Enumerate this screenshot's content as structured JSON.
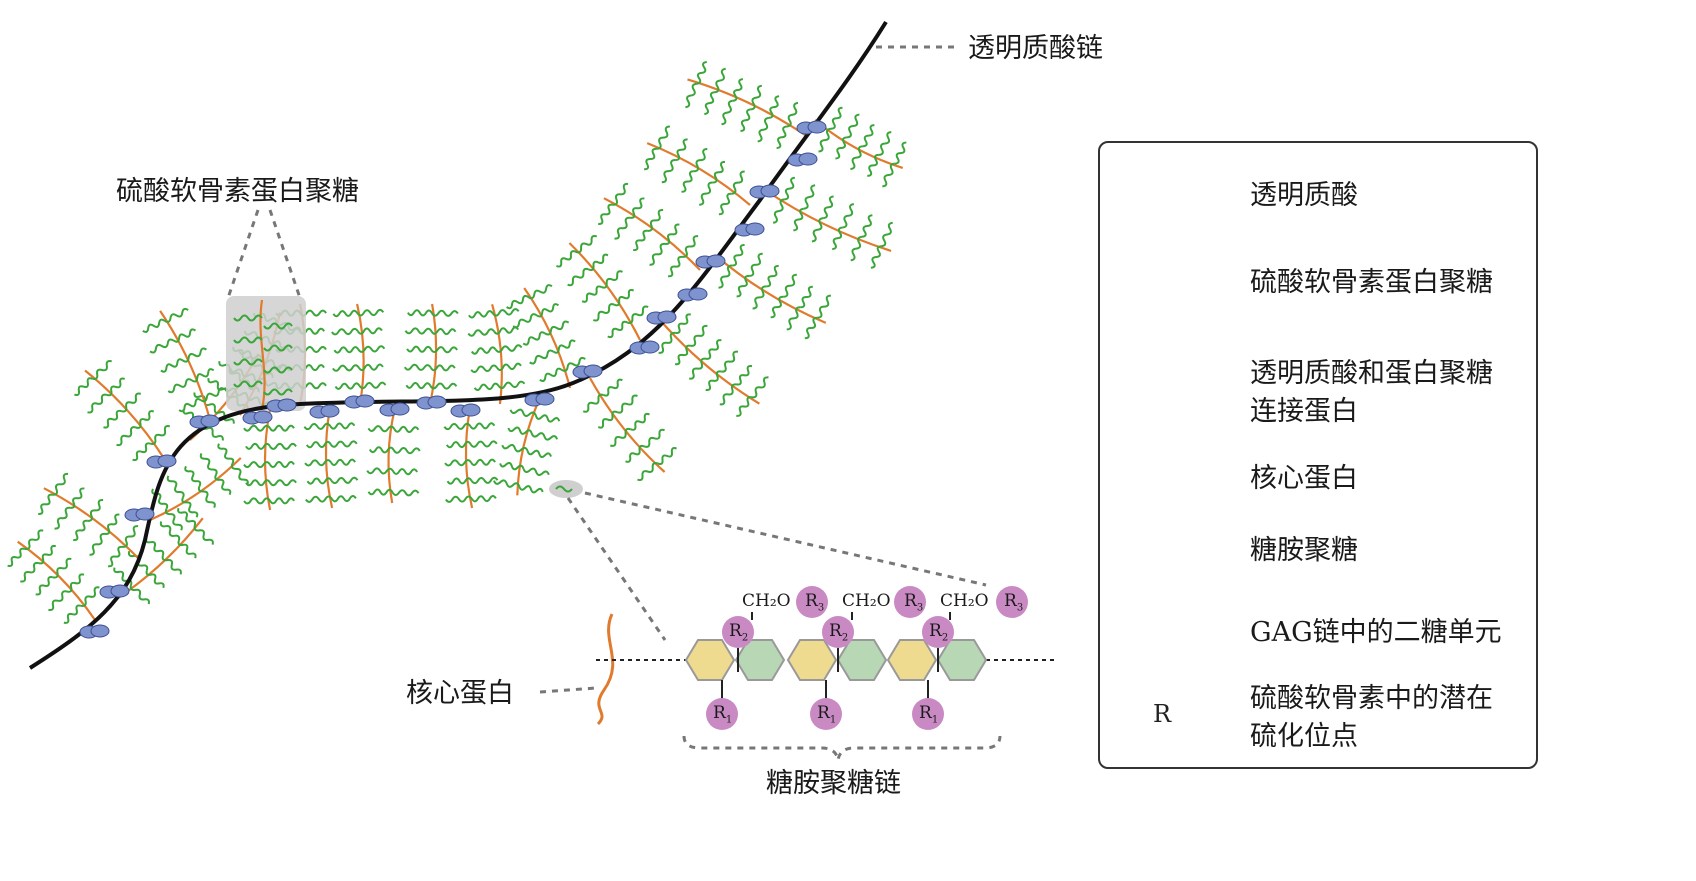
{
  "labels": {
    "hyaluronic_chain": "透明质酸链",
    "aggrecan_callout": "硫酸软骨素蛋白聚糖",
    "core_protein_callout": "核心蛋白",
    "gag_chain_label": "糖胺聚糖链"
  },
  "chemistry": {
    "ch2o": "CH₂O",
    "r1": "R",
    "r1_sub": "1",
    "r2": "R",
    "r2_sub": "2",
    "r3": "R",
    "r3_sub": "3"
  },
  "legend": {
    "items": [
      {
        "key": "hyaluronic-acid",
        "line1": "透明质酸",
        "line2": ""
      },
      {
        "key": "chondroitin-sulfate-proteoglycan",
        "line1": "硫酸软骨素蛋白聚糖",
        "line2": ""
      },
      {
        "key": "link-protein",
        "line1": "透明质酸和蛋白聚糖",
        "line2": "连接蛋白"
      },
      {
        "key": "core-protein",
        "line1": "核心蛋白",
        "line2": ""
      },
      {
        "key": "glycosaminoglycan",
        "line1": "糖胺聚糖",
        "line2": ""
      },
      {
        "key": "gag-disaccharide",
        "line1": "GAG链中的二糖单元",
        "line2": ""
      },
      {
        "key": "sulfation-site",
        "line1": "硫酸软骨素中的潜在",
        "line2": "硫化位点",
        "symbol": "R"
      }
    ]
  },
  "colors": {
    "hyaluronic": "#111111",
    "core_protein": "#e07b2e",
    "gag": "#3aa63a",
    "link_protein_fill": "#7f93cf",
    "link_protein_stroke": "#3d4f91",
    "hex_yellow": "#efdb8f",
    "hex_green": "#b7d7b5",
    "r_site": "#c98ac4",
    "callout_gray": "#cfcfcf"
  }
}
